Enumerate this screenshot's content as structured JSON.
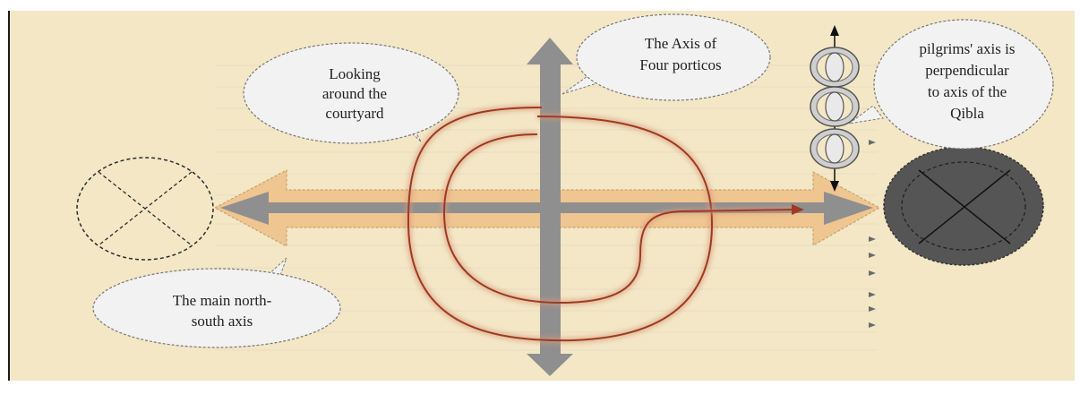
{
  "diagram": {
    "callouts": {
      "looking_line1": "Looking",
      "looking_line2": "around the",
      "looking_line3": "courtyard",
      "axis_four_line1": "The Axis of",
      "axis_four_line2": "Four porticos",
      "pilgrims_line1": "pilgrims' axis is",
      "pilgrims_line2": "perpendicular",
      "pilgrims_line3": "to axis of the",
      "pilgrims_line4": "Qibla",
      "main_axis_line1": "The main north-",
      "main_axis_line2": "south axis"
    },
    "colors": {
      "background": "#f3e7c6",
      "orange_arrow": "#efc590",
      "gray_arrow": "#8f8f8f",
      "spiral": "#9e3a23",
      "dark_circle": "#555555",
      "bubble_fill": "#f2f2f2"
    }
  }
}
